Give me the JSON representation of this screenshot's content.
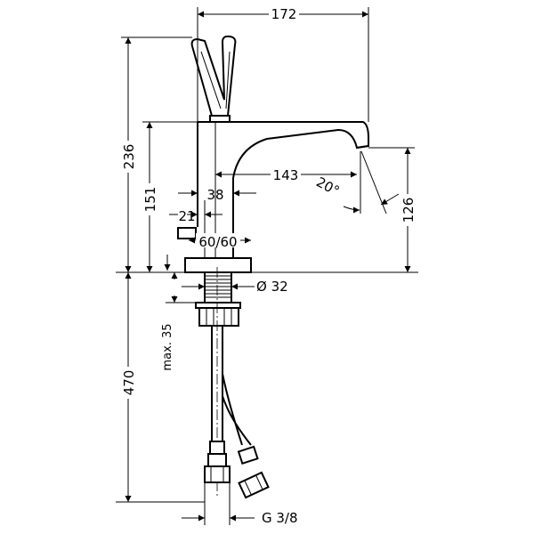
{
  "dimensions": {
    "overall_width": "172",
    "total_height": "236",
    "body_height": "151",
    "spout_reach": "143",
    "axis_offset": "38",
    "rod_offset": "21",
    "spout_angle": "20°",
    "spout_height": "126",
    "base_size": "60/60",
    "shank_diameter": "Ø 32",
    "max_thickness": "max. 35",
    "hose_length": "470",
    "connection": "G 3/8"
  }
}
